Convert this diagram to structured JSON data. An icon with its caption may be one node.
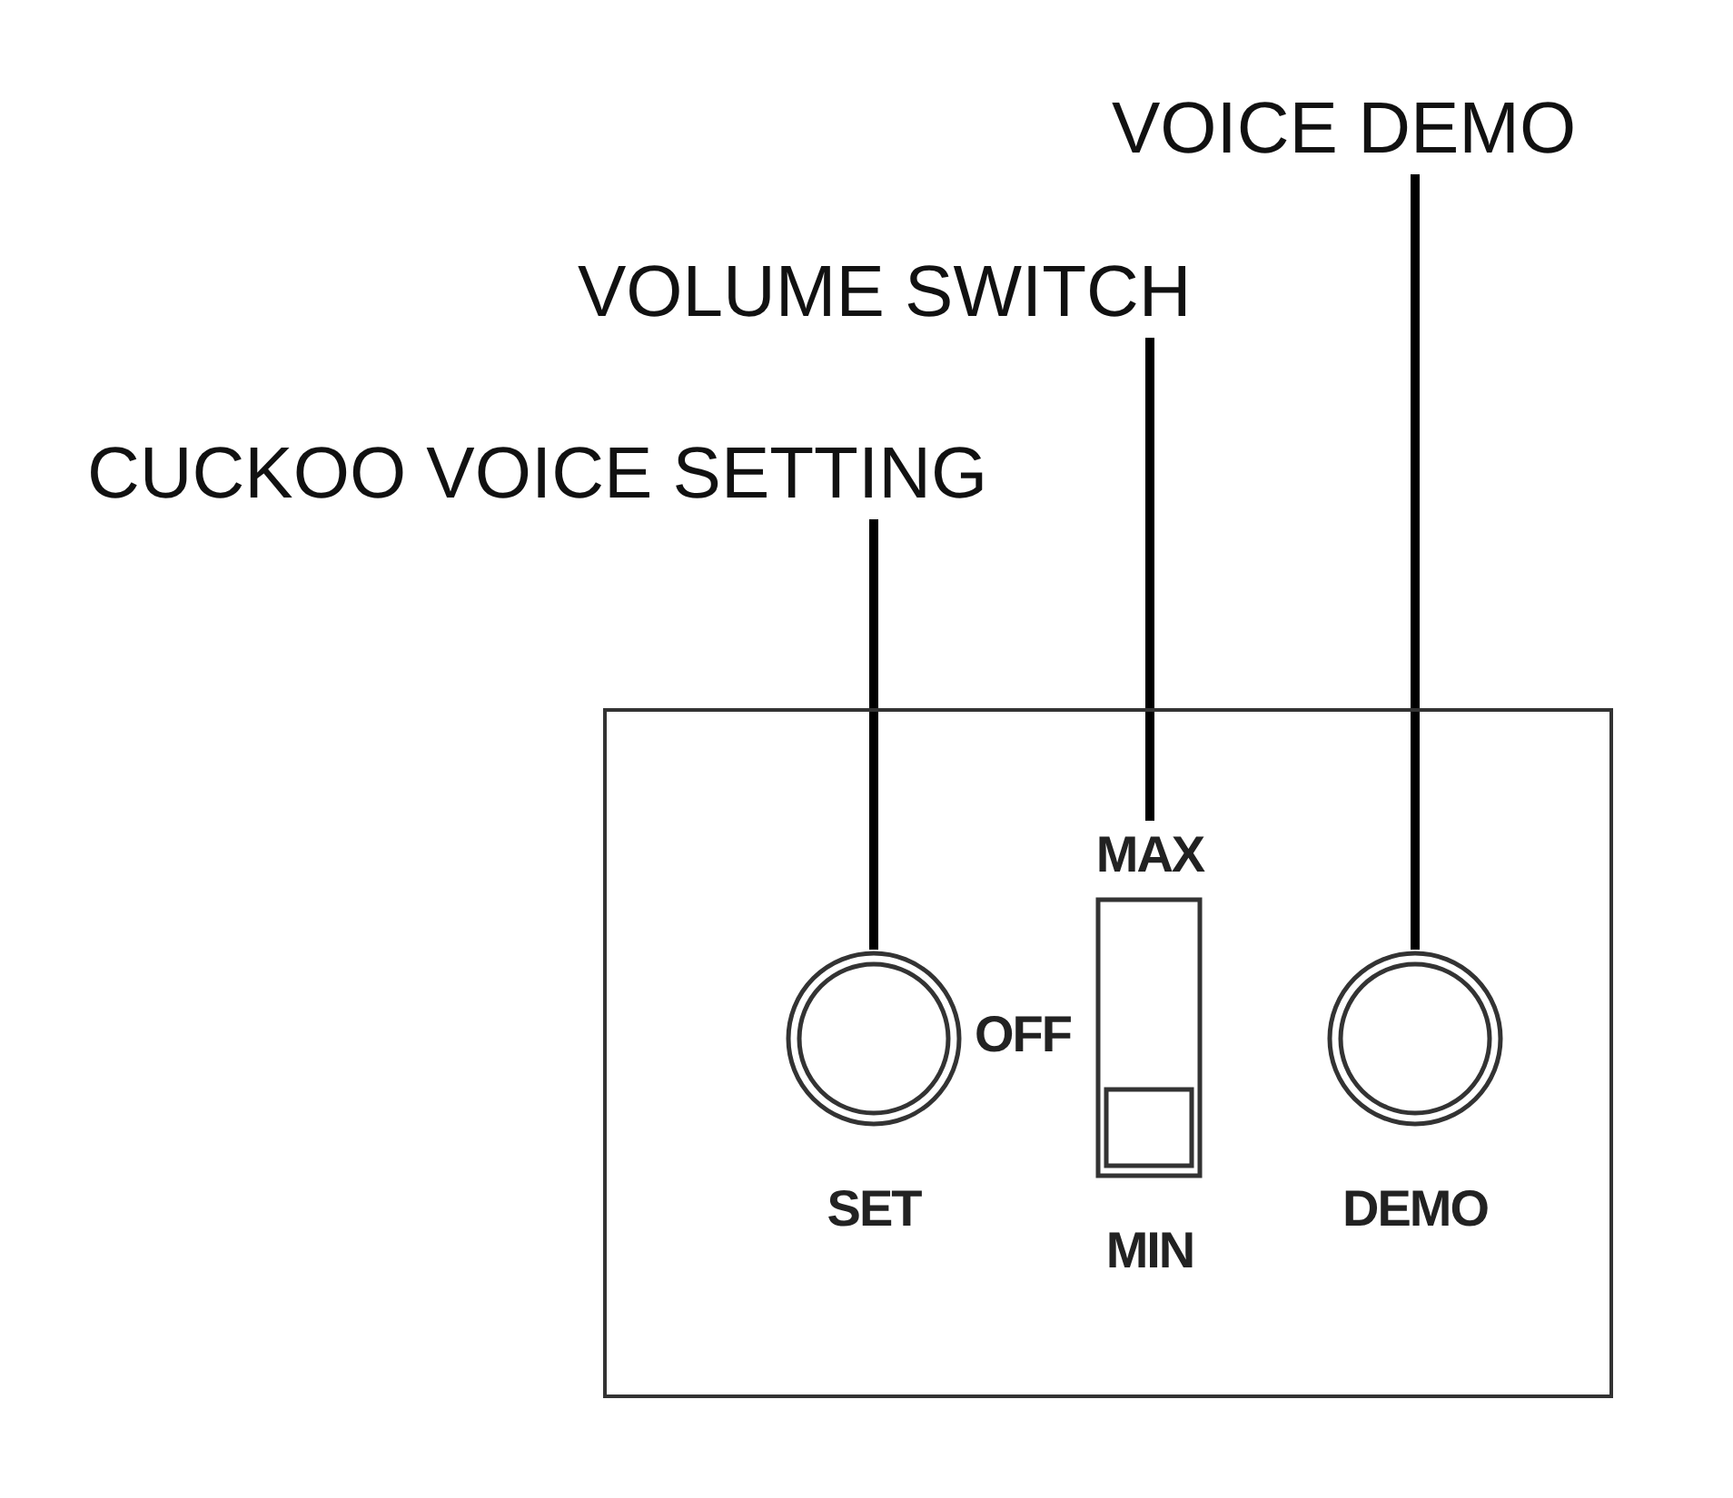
{
  "diagram": {
    "nodes": [
      {
        "text": [
          "CUCKOO VOICE SETTING"
        ]
      },
      {
        "text": [
          "VOLUME SWITCH"
        ]
      },
      {
        "text": [
          "VOICE DEMO"
        ]
      },
      {
        "text": [],
        "shape": "box"
      },
      {
        "text": [
          "SET"
        ],
        "in": 3
      },
      {
        "text": [
          "MAX",
          "MIN"
        ],
        "in": 3,
        "beside": [
          "OFF"
        ]
      },
      {
        "text": [
          "DEMO"
        ],
        "in": 3
      }
    ],
    "edges": [
      {
        "from": 0,
        "to": 4,
        "arrow": "none"
      },
      {
        "from": 1,
        "to": 5,
        "arrow": "none"
      },
      {
        "from": 2,
        "to": 6,
        "arrow": "none"
      }
    ]
  }
}
